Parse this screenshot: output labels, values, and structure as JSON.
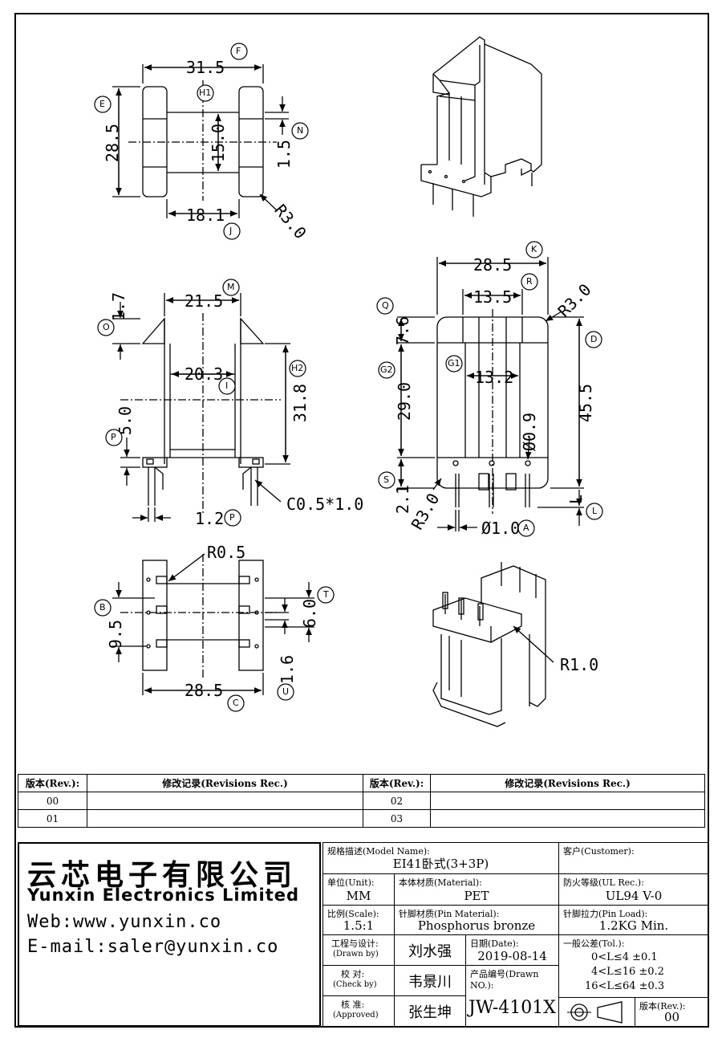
{
  "dims": {
    "d315": "31.5",
    "d285a": "28.5",
    "d150": "15.0",
    "d15": "1.5",
    "d181": "18.1",
    "r30a": "R3.0",
    "d17": "1.7",
    "d215": "21.5",
    "d203": "20.3",
    "d318": "31.8",
    "d50": "5.0",
    "d12": "1.2",
    "c05": "C0.5*1.0",
    "d285b": "28.5",
    "d135": "13.5",
    "r30b": "R3.0",
    "d76": "7.6",
    "d290": "29.0",
    "d132": "13.2",
    "d455": "45.5",
    "d09": "Ø0.9",
    "d21": "2.1",
    "r30c": "R3.0",
    "d10": "Ø1.0",
    "dL": "L",
    "r05": "R0.5",
    "d95": "9.5",
    "d60": "6.0",
    "d16": "1.6",
    "d285c": "28.5",
    "r10": "R1.0"
  },
  "tags": {
    "F": "F",
    "E": "E",
    "H1": "H1",
    "N": "N",
    "J": "J",
    "M": "M",
    "O": "O",
    "I": "I",
    "H2": "H2",
    "P": "P",
    "P2": "P",
    "K": "K",
    "R": "R",
    "Q": "Q",
    "D": "D",
    "G1": "G1",
    "G2": "G2",
    "S": "S",
    "A": "A",
    "L": "L",
    "B": "B",
    "T": "T",
    "U": "U",
    "C": "C"
  },
  "revisions": {
    "header_rev": "版本(Rev.):",
    "header_rec": "修改记录(Revisions Rec.)",
    "rows": [
      {
        "left_rev": "00",
        "left_rec": "",
        "right_rev": "02",
        "right_rec": ""
      },
      {
        "left_rev": "01",
        "left_rec": "",
        "right_rev": "03",
        "right_rec": ""
      }
    ]
  },
  "company": {
    "name_cn": "云芯电子有限公司",
    "name_en": "Yunxin Electronics Limited",
    "web": "Web:www.yunxin.co",
    "email": "E-mail:saler@yunxin.co"
  },
  "title_block": {
    "model_key": "规格描述(Model Name):",
    "model_val": "EI41卧式(3+3P)",
    "customer_key": "客户(Customer):",
    "unit_key": "单位(Unit):",
    "unit_val": "MM",
    "material_key": "本体材质(Material):",
    "material_val": "PET",
    "ul_key": "防火等级(UL Rec.):",
    "ul_val": "UL94 V-0",
    "scale_key": "比例(Scale):",
    "scale_val": "1.5:1",
    "pin_mat_key": "针脚材质(Pin Material):",
    "pin_mat_val": "Phosphorus bronze",
    "pin_load_key": "针脚拉力(Pin Load):",
    "pin_load_val": "1.2KG Min.",
    "drawn_key": "工程与设计:",
    "drawn_key2": "(Drawn by)",
    "drawn_val": "刘水强",
    "date_key": "日期(Date):",
    "date_val": "2019-08-14",
    "tol_key": "一般公差(Tol.):",
    "tol_rows": [
      "0<L≤4    ±0.1",
      "4<L≤16   ±0.2",
      "16<L≤64  ±0.3"
    ],
    "check_key": "校  对:",
    "check_key2": "(Check by)",
    "check_val": "韦景川",
    "drawn_no_key": "产品编号(Drawn NO.):",
    "drawn_no_val": "JW-4101X",
    "approve_key": "核  准:",
    "approve_key2": "(Approved)",
    "approve_val": "张生坤",
    "rev_key": "版本(Rev.):",
    "rev_val": "00"
  }
}
